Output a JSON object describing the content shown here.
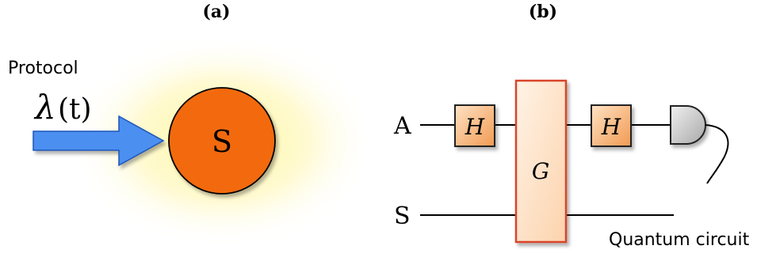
{
  "panels": {
    "a": {
      "label": "(a)",
      "protocol_label": "Protocol",
      "lambda_symbol": "λ",
      "lambda_arg": "(t)",
      "system_label": "S"
    },
    "b": {
      "label": "(b)",
      "wire_ancilla_label": "A",
      "wire_system_label": "S",
      "gate_h1_label": "H",
      "gate_g_label": "G",
      "gate_h2_label": "H",
      "caption": "Quantum circuit"
    }
  },
  "colors": {
    "arrow_fill": "#4b8ff0",
    "arrow_stroke": "#1f56b8",
    "system_fill": "#f26a10",
    "glow": "#fff4a8",
    "h_gate_fill": "#f7b478",
    "h_gate_stroke": "#222222",
    "g_gate_fill": "#fde6cf",
    "g_gate_stroke": "#d9452a",
    "detector_fill": "#cfcfcf"
  }
}
